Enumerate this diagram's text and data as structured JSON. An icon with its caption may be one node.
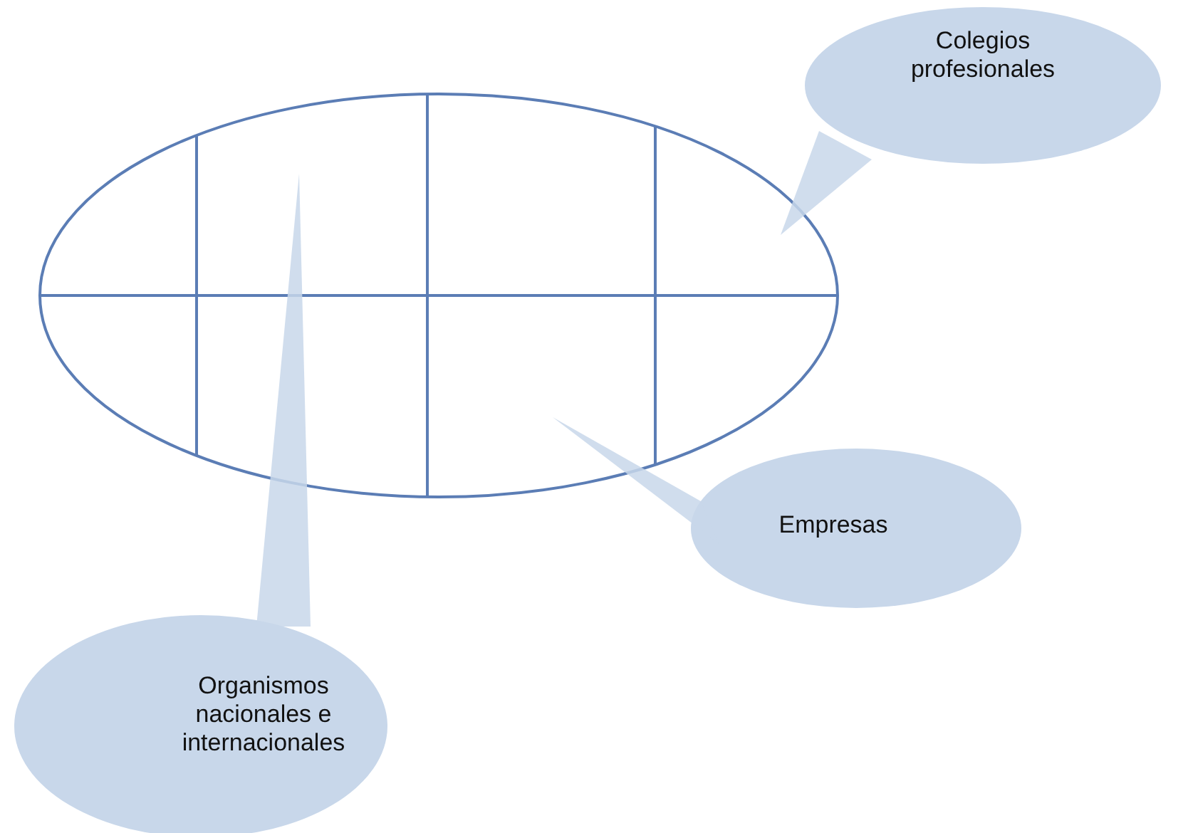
{
  "diagram": {
    "nodes": [
      {
        "text": [],
        "shape": "ellipse"
      },
      {
        "text": [
          "Colegios profesionales"
        ]
      },
      {
        "text": [
          "Empresas"
        ]
      },
      {
        "text": [
          "Organismos nacionales e internacionales"
        ]
      }
    ]
  }
}
